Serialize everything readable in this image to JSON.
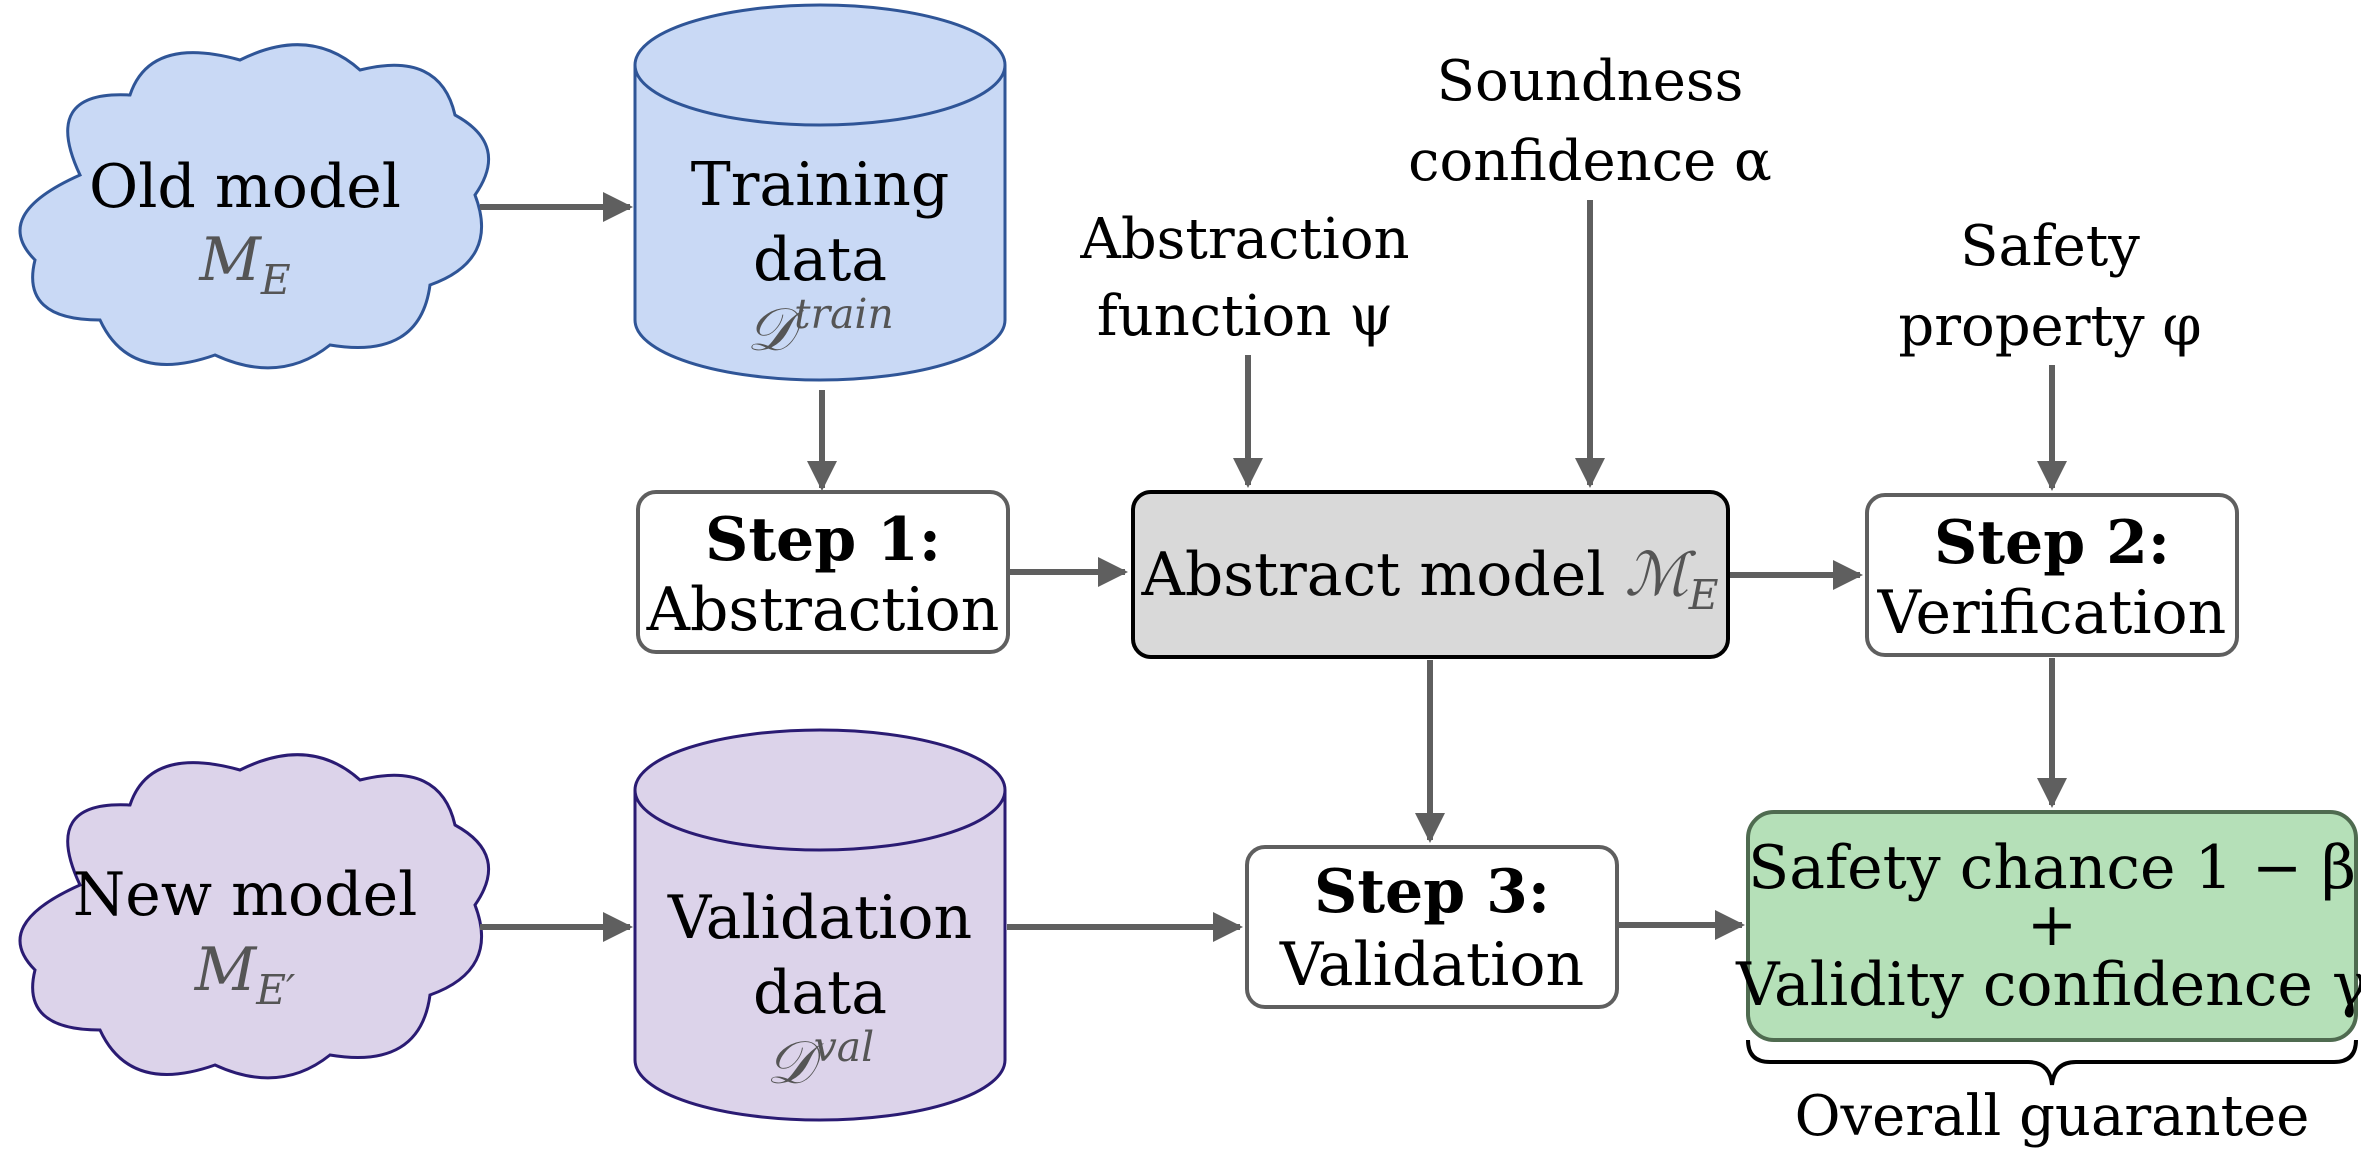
{
  "colors": {
    "arrow": "#5f5f5f",
    "old_fill": "#c9d9f5",
    "old_stroke": "#2f5597",
    "new_fill": "#dcd3ea",
    "new_stroke": "#2a1b73",
    "abstract_fill": "#d9d9d9",
    "result_fill": "#b5e0b8",
    "result_stroke": "#4f6b50",
    "box_stroke": "#5f5f5f"
  },
  "old_model": {
    "line1": "Old model",
    "sym": "M",
    "sub": "E"
  },
  "new_model": {
    "line1": "New model",
    "sym": "M",
    "sub": "E′"
  },
  "training_data": {
    "line1": "Training",
    "line2": "data",
    "sym": "𝒟",
    "sup": "train"
  },
  "validation_data": {
    "line1": "Validation",
    "line2": "data",
    "sym": "𝒟",
    "sup": "val"
  },
  "inputs": {
    "abstraction_fn": {
      "line1": "Abstraction",
      "line2": "function ψ"
    },
    "soundness": {
      "line1": "Soundness",
      "line2": "confidence α"
    },
    "safety_property": {
      "line1": "Safety",
      "line2": "property φ"
    }
  },
  "step1": {
    "title": "Step 1:",
    "text": "Abstraction"
  },
  "step2": {
    "title": "Step 2:",
    "text": "Verification"
  },
  "step3": {
    "title": "Step 3:",
    "text": "Validation"
  },
  "abstract_model": {
    "text": "Abstract model ",
    "sym": "ℳ",
    "sub": "E"
  },
  "result": {
    "line1": "Safety chance 1 − β",
    "plus": "+",
    "line2": "Validity confidence γ"
  },
  "overall": "Overall guarantee"
}
